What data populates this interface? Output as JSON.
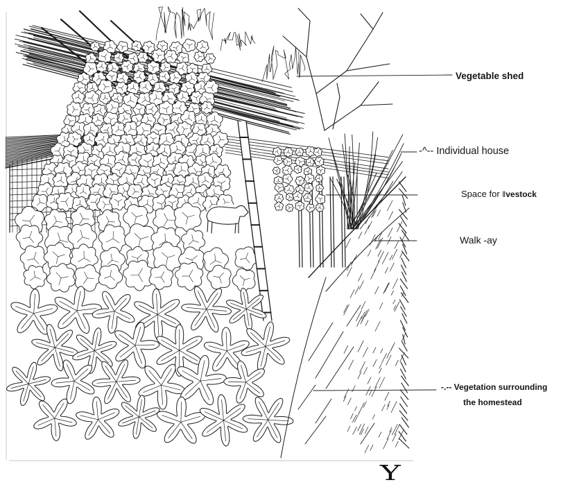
{
  "labels": {
    "vegetable_shed": "Vegetable shed",
    "individual_house": "-^-- Individual house",
    "space_for": "Space for",
    "livestock_mark": "‖",
    "livestock_word": "vestock",
    "walkway": "Walk -ay",
    "vegetation_line1": "-.-- Vegetation surrounding",
    "vegetation_line2": "the homestead"
  },
  "footer_mark": "Y",
  "colors": {
    "ink": "#1c1c1c",
    "paper": "#ffffff",
    "frame": "#c4c4c4"
  }
}
